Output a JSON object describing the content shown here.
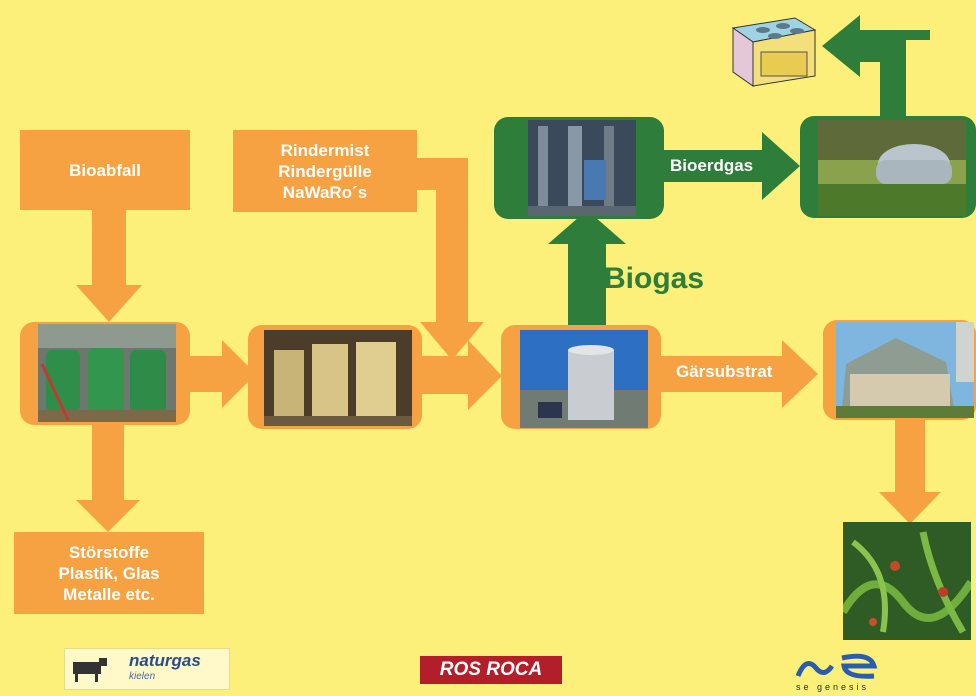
{
  "nodes": {
    "bioabfall": "Bioabfall",
    "rindermist": "Rindermist\nRindergülle\nNaWaRo´s",
    "stoerstoffe": "Störstoffe\nPlastik, Glas\nMetalle etc."
  },
  "edges": {
    "bioerdgas": "Bioerdgas",
    "biogas": "Biogas",
    "gaersubstrat": "Gärsubstrat"
  },
  "logos": {
    "naturgas": "naturgas",
    "naturgas_sub": "kielen",
    "rosroca": "ROS ROCA",
    "se": "se genesis"
  },
  "colors": {
    "background": "#fdf07a",
    "orange": "#f6a242",
    "green": "#2f7d3a"
  }
}
